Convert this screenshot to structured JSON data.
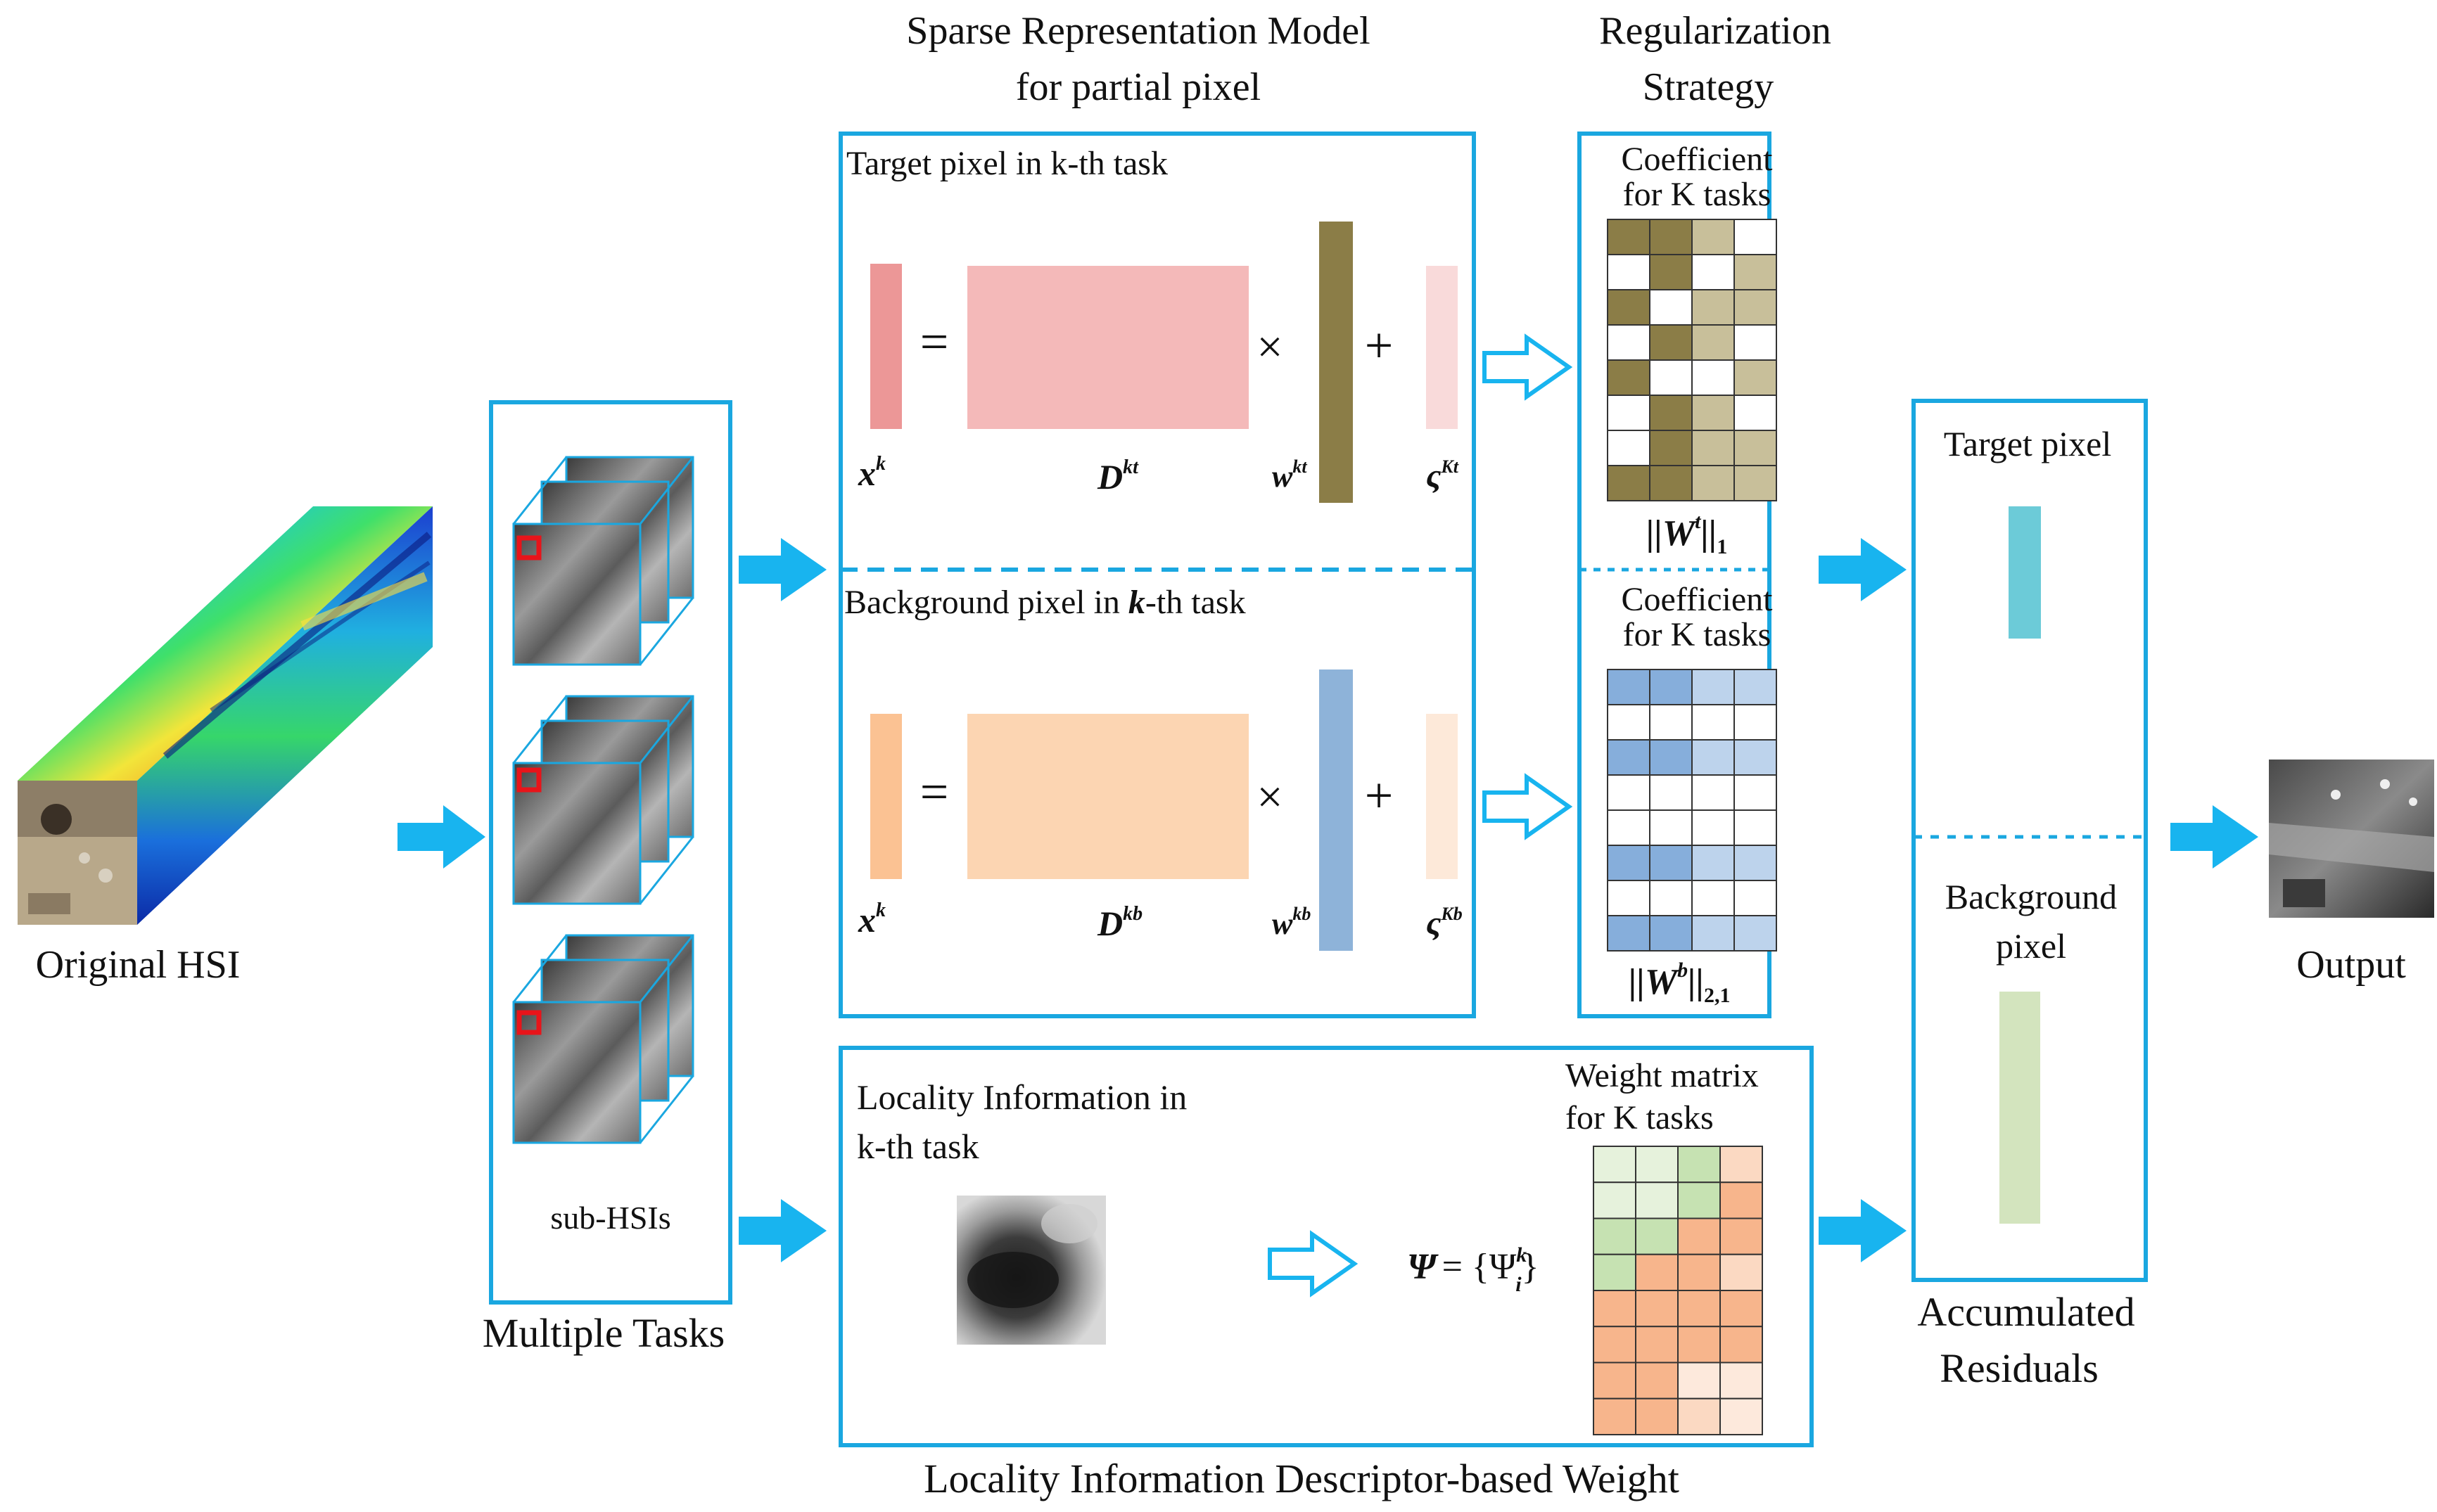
{
  "labels": {
    "original_hsi": "Original HSI",
    "multiple_tasks": "Multiple Tasks",
    "sub_hsis": "sub-HSIs",
    "srm_title_1": "Sparse Representation Model",
    "srm_title_2": "for partial pixel",
    "reg_title_1": "Regularization",
    "reg_title_2": "Strategy",
    "target_task": "Target pixel in k-th task",
    "background_task_pre": "Background pixel in ",
    "background_task_k": "k",
    "background_task_post": "-th task",
    "coef_1": "Coefficient",
    "coef_2": "for K tasks",
    "locality_1": "Locality Information in",
    "locality_2": "k-th task",
    "weight_1": "Weight matrix",
    "weight_2": "for K tasks",
    "locality_title": "Locality Information Descriptor-based Weight",
    "target_pixel": "Target pixel",
    "background_pixel_1": "Background",
    "background_pixel_2": "pixel",
    "accum_1": "Accumulated",
    "accum_2": "Residuals",
    "output": "Output"
  },
  "math": {
    "x": "x",
    "x_sup": "k",
    "D": "D",
    "D_sup_t": "kt",
    "D_sup_b": "kb",
    "w": "w",
    "w_sup_t": "kt",
    "w_sup_b": "kb",
    "varsigma": "ς",
    "vs_sup_t": "Kt",
    "vs_sup_b": "Kb",
    "eq": "=",
    "times": "×",
    "plus": "+",
    "norm_t": "||W",
    "norm_t_sup": "t",
    "norm_t_end": "||",
    "norm_t_sub": "1",
    "norm_b": "||W",
    "norm_b_sup": "b",
    "norm_b_end": "||",
    "norm_b_sub": "2,1",
    "psi_lhs": "Ψ",
    "psi_eq": "= {Ψ",
    "psi_sup": "k",
    "psi_sub": "i",
    "psi_close": "}"
  },
  "colors": {
    "frame": "#1aa7e0",
    "arrow": "#18b4ef",
    "target_x": "#ec9797",
    "target_D": "#f4b9b9",
    "target_w": "#8b7d47",
    "target_noise": "#f9dada",
    "bg_x": "#fbc293",
    "bg_D": "#fcd5b2",
    "bg_w": "#8eb3d9",
    "bg_noise": "#fde9d9",
    "olive_dark": "#8b7d47",
    "olive_light": "#c8bf9a",
    "blue_dark": "#86aedb",
    "blue_light": "#bdd3ec",
    "green_light": "#c6e2b2",
    "green_pale": "#e6f2dc",
    "peach": "#f7b58c",
    "peach_light": "#fbd9c2",
    "peach_pale": "#fde9dc",
    "accum_target": "#6ccbd8",
    "accum_bg": "#d3e4be"
  },
  "matrices": {
    "target": [
      [
        "D",
        "D",
        "L",
        "W"
      ],
      [
        "W",
        "D",
        "W",
        "L"
      ],
      [
        "D",
        "W",
        "L",
        "L"
      ],
      [
        "W",
        "D",
        "L",
        "W"
      ],
      [
        "D",
        "W",
        "W",
        "L"
      ],
      [
        "W",
        "D",
        "L",
        "W"
      ],
      [
        "W",
        "D",
        "L",
        "L"
      ],
      [
        "D",
        "D",
        "L",
        "L"
      ]
    ],
    "background": [
      [
        "D",
        "D",
        "L",
        "L"
      ],
      [
        "W",
        "W",
        "W",
        "W"
      ],
      [
        "D",
        "D",
        "L",
        "L"
      ],
      [
        "W",
        "W",
        "W",
        "W"
      ],
      [
        "W",
        "W",
        "W",
        "W"
      ],
      [
        "D",
        "D",
        "L",
        "L"
      ],
      [
        "W",
        "W",
        "W",
        "W"
      ],
      [
        "D",
        "D",
        "L",
        "L"
      ]
    ],
    "weight": [
      [
        "GP",
        "GP",
        "G",
        "PL"
      ],
      [
        "GP",
        "GP",
        "G",
        "P"
      ],
      [
        "G",
        "G",
        "P",
        "P"
      ],
      [
        "G",
        "P",
        "P",
        "PL"
      ],
      [
        "P",
        "P",
        "P",
        "P"
      ],
      [
        "P",
        "P",
        "P",
        "P"
      ],
      [
        "P",
        "P",
        "PP",
        "PP"
      ],
      [
        "P",
        "P",
        "PL",
        "PP"
      ]
    ]
  }
}
